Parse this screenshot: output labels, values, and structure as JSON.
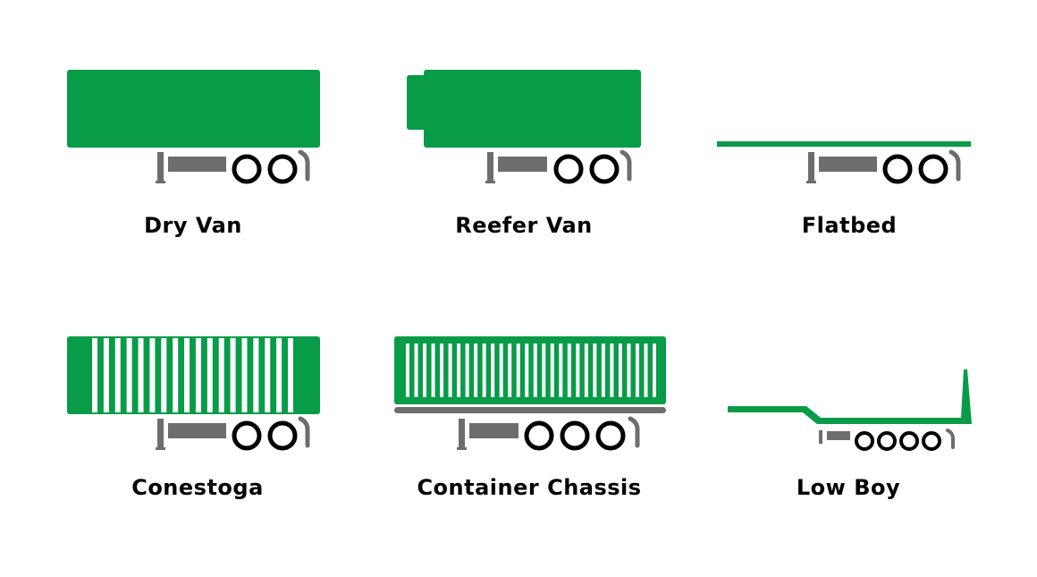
{
  "colors": {
    "green": "#089b48",
    "gray": "#6d6d6d",
    "black": "#000000",
    "white": "#ffffff"
  },
  "trailers": [
    {
      "id": "dry-van",
      "label": "Dry Van",
      "type": "dry-van",
      "axles": 2
    },
    {
      "id": "reefer-van",
      "label": "Reefer Van",
      "type": "reefer-van",
      "axles": 2
    },
    {
      "id": "flatbed",
      "label": "Flatbed",
      "type": "flatbed",
      "axles": 2
    },
    {
      "id": "conestoga",
      "label": "Conestoga",
      "type": "conestoga",
      "axles": 2
    },
    {
      "id": "container-chassis",
      "label": "Container Chassis",
      "type": "container-chassis",
      "axles": 3
    },
    {
      "id": "low-boy",
      "label": "Low Boy",
      "type": "low-boy",
      "axles": 4
    }
  ]
}
